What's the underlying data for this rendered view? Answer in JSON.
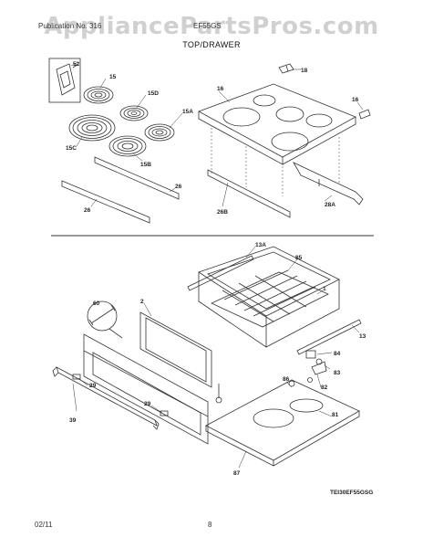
{
  "watermark": "AppliancePartsPros.com",
  "header": {
    "publication": "Publication No. 316",
    "model": "EF55GS",
    "section_title": "TOP/DRAWER"
  },
  "labels": {
    "l52": "52",
    "l15": "15",
    "l15d": "15D",
    "l15a": "15A",
    "l15c": "15C",
    "l15b": "15B",
    "l16a": "16",
    "l16b": "16",
    "l18": "18",
    "l26a": "26",
    "l26b": "26",
    "l26c": "26B",
    "l28a": "28A",
    "l13a": "13A",
    "l85": "85",
    "l1": "1",
    "l60": "60",
    "l2": "2",
    "l13": "13",
    "l84": "84",
    "l83": "83",
    "l82": "82",
    "l86": "86",
    "l81": "81",
    "l29a": "29",
    "l29b": "29",
    "l39": "39",
    "l87": "87"
  },
  "drawing_id": "TEI30EF55GSG",
  "footer": {
    "date": "02/11",
    "page": "8"
  }
}
